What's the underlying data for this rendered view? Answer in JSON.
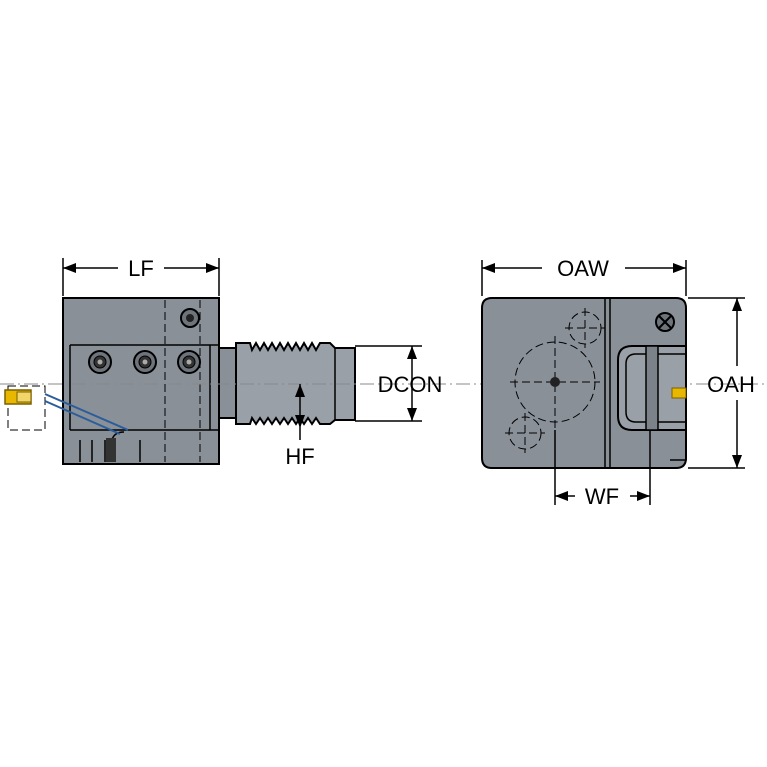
{
  "dimensions": {
    "lf": "LF",
    "dcon": "DCON",
    "hf": "HF",
    "oaw": "OAW",
    "oah": "OAH",
    "wf": "WF"
  },
  "colors": {
    "body": "#8a9098",
    "insert": "#e8b800"
  }
}
